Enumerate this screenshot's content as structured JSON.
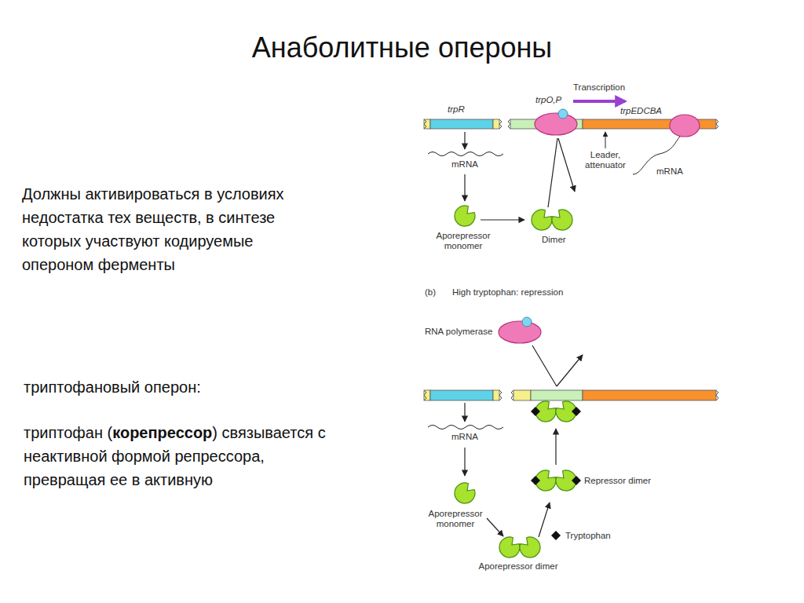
{
  "diagram": {
    "title": "Анаболитные опероны",
    "labels": [
      "Должны активироваться в условиях недостатка тех веществ, в синтезе которых участвуют кодируемые опероном ферменты",
      "триптофановый оперон:",
      "триптофан (",
      "корепрессор",
      ") связывается с неактивной формой репрессора, превращая ее в активную",
      "trpR",
      "trpO,P",
      "Transcription",
      "trpEDCBA",
      "mRNA",
      "Leader, attenuator",
      "mRNA",
      "Aporepressor monomer",
      "Dimer",
      "(b)",
      "High tryptophan: repression",
      "RNA polymerase",
      "mRNA",
      "Repressor dimer",
      "Aporepressor monomer",
      "Tryptophan",
      "Aporepressor dimer"
    ]
  }
}
